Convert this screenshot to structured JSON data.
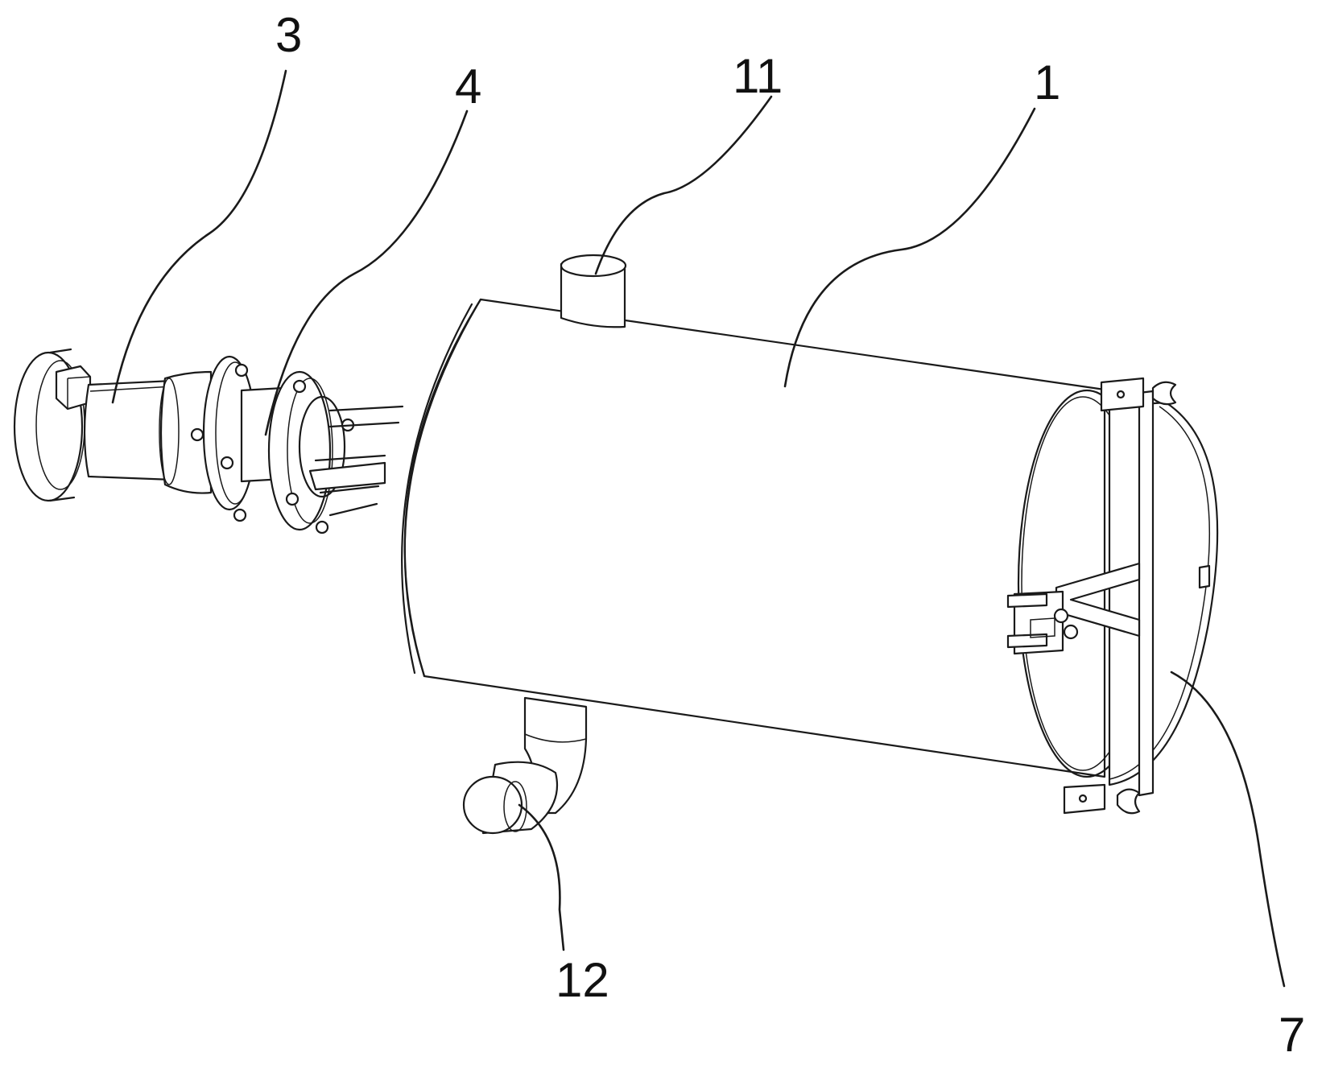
{
  "figure": {
    "labels": {
      "l3": "3",
      "l4": "4",
      "l11": "11",
      "l1": "1",
      "l12": "12",
      "l7": "7"
    }
  }
}
